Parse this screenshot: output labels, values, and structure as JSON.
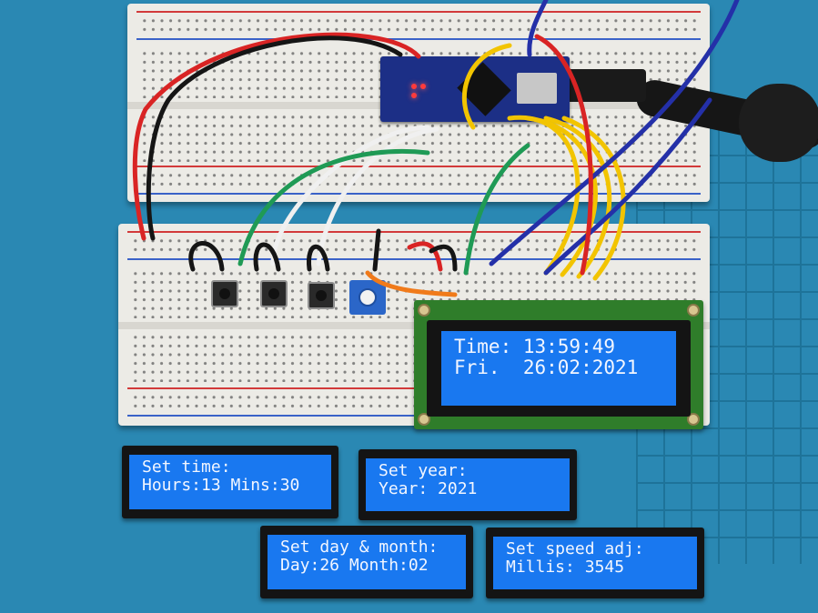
{
  "scene": {
    "colors": {
      "mat": "#2a88b3",
      "lcd_backlight": "#1978f0",
      "lcd_text": "#f2f6ff",
      "pcb_green": "#2f7d2a",
      "arduino_blue": "#1c2f86",
      "wire_red": "#d92424",
      "wire_black": "#151515",
      "wire_yellow": "#f2c400",
      "wire_green": "#1f9a55",
      "wire_white": "#f0f0f0",
      "wire_blue": "#2430a8",
      "wire_orange": "#f07a1a"
    },
    "icons": [
      "breadboard",
      "arduino-nano",
      "usb-cable",
      "push-button",
      "potentiometer",
      "lcd-1602"
    ]
  },
  "lcd_main": {
    "line1": "Time: 13:59:49",
    "line2": "Fri.  26:02:2021"
  },
  "lcd_set_time": {
    "line1": "Set time:",
    "line2": "Hours:13 Mins:30"
  },
  "lcd_set_year": {
    "line1": "Set year:",
    "line2": "Year: 2021"
  },
  "lcd_set_day_month": {
    "line1": "Set day & month:",
    "line2": "Day:26 Month:02"
  },
  "lcd_set_speed": {
    "line1": "Set speed adj:",
    "line2": "Millis: 3545"
  }
}
